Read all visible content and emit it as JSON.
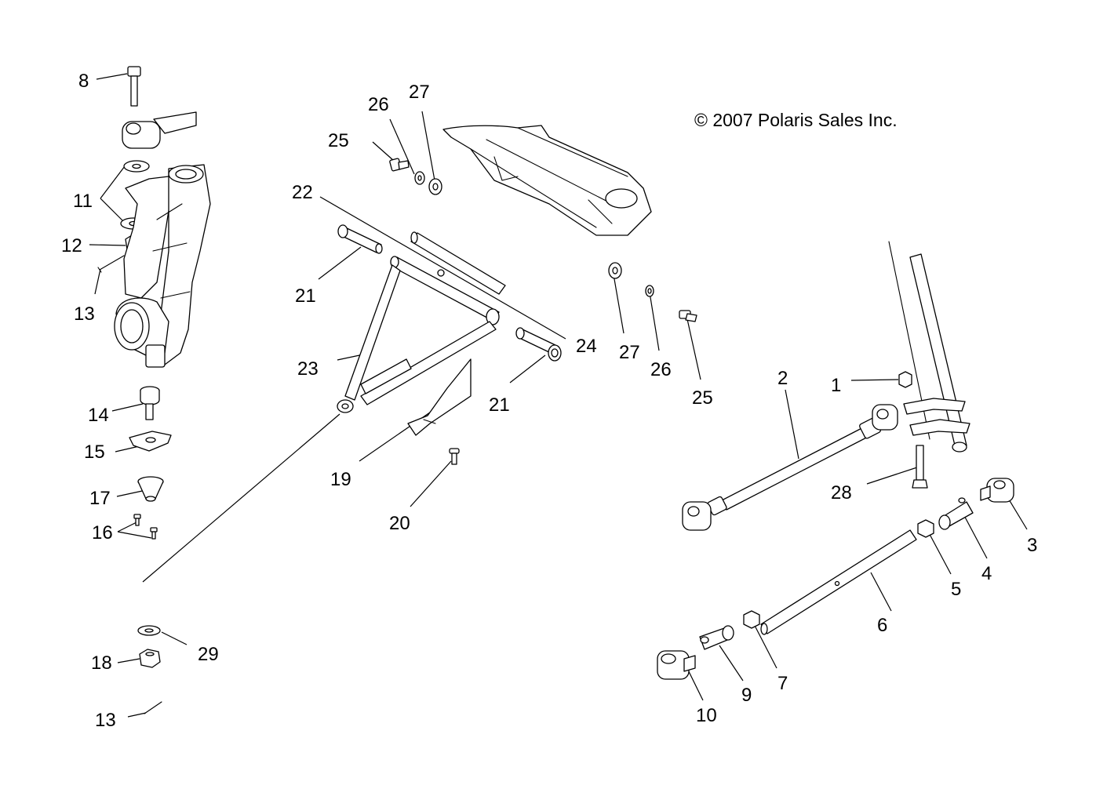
{
  "copyright": "© 2007 Polaris Sales Inc.",
  "callouts": {
    "c1": "1",
    "c2": "2",
    "c3": "3",
    "c4": "4",
    "c5": "5",
    "c6": "6",
    "c7": "7",
    "c8": "8",
    "c9": "9",
    "c10": "10",
    "c11": "11",
    "c12": "12",
    "c13a": "13",
    "c13b": "13",
    "c14": "14",
    "c15": "15",
    "c16": "16",
    "c17": "17",
    "c18": "18",
    "c19": "19",
    "c20": "20",
    "c21a": "21",
    "c21b": "21",
    "c22": "22",
    "c23": "23",
    "c24": "24",
    "c25a": "25",
    "c25b": "25",
    "c26a": "26",
    "c26b": "26",
    "c27a": "27",
    "c27b": "27",
    "c28": "28",
    "c29": "29"
  }
}
